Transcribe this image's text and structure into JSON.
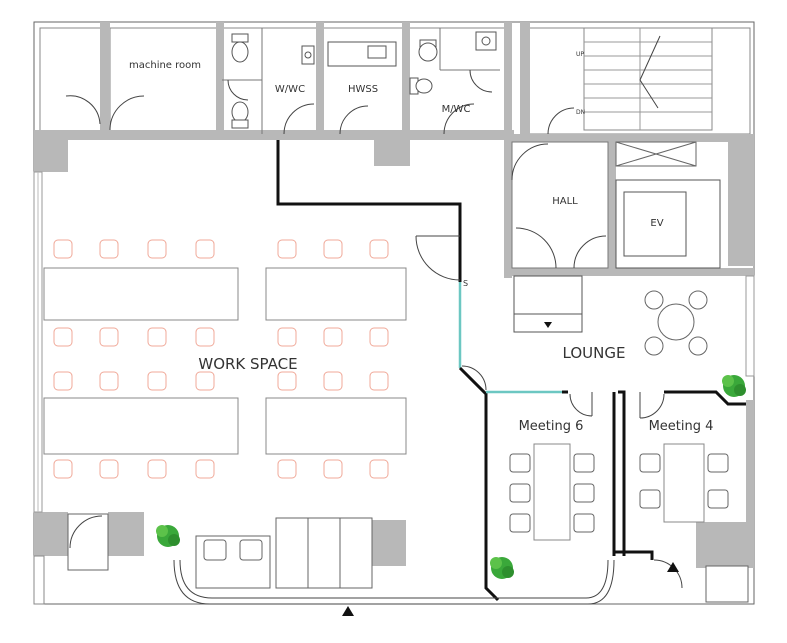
{
  "rooms": {
    "machine_room": "machine room",
    "wc_west": "W/WC",
    "hwss": "HWSS",
    "wc_east": "M/WC",
    "hall": "HALL",
    "ev": "EV",
    "work_space": "WORK SPACE",
    "lounge": "LOUNGE",
    "meeting_6": "Meeting 6",
    "meeting_4": "Meeting 4"
  },
  "markers": {
    "s_marker": "S",
    "stair_up": "UP",
    "stair_down": "DN"
  },
  "colors": {
    "wall": "#b8b8b8",
    "chair": "#f0a898",
    "glass": "#6cc7c2",
    "plant": "#3aa83a",
    "heavy_wall": "#111111"
  },
  "icons": [
    "plant-icon",
    "entrance-arrow-icon",
    "toilet-icon",
    "sink-icon"
  ]
}
